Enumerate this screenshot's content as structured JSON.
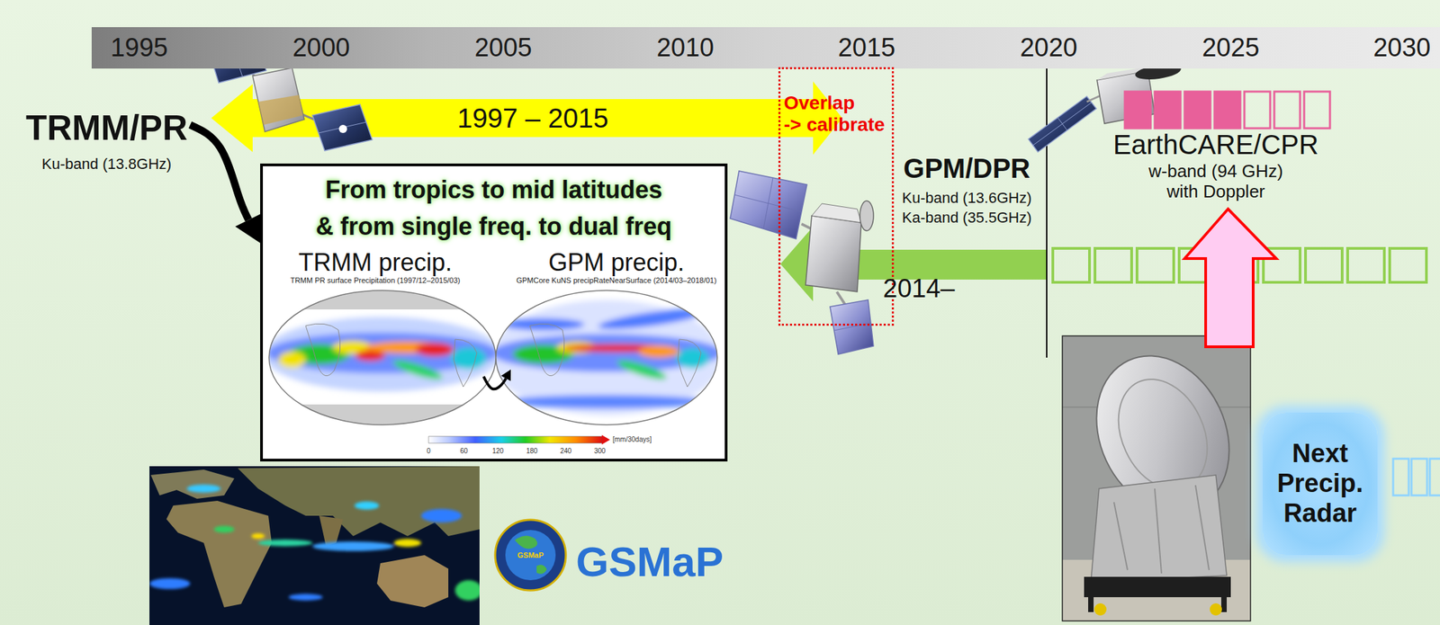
{
  "diagram": {
    "nodes": [
      {
        "text": [
          "1995",
          "2000",
          "2005",
          "2010",
          "2015",
          "2020",
          "2025",
          "2030"
        ]
      },
      {
        "text": [
          "TRMM/PR",
          "Ku-band (13.8GHz)"
        ]
      },
      {
        "text": [
          "1997 – 2015"
        ]
      },
      {
        "text": [
          "Overlap",
          "-> calibrate"
        ]
      },
      {
        "text": [
          "EarthCARE/CPR",
          "w-band (94 GHz) with Doppler"
        ]
      },
      {
        "text": [
          "From tropics to mid latitudes & from single freq. to dual freq"
        ]
      },
      {
        "text": [
          "TRMM precip.",
          "TRMM PR surface Precipitation (1997/12–2015/03)"
        ],
        "in": 5
      },
      {
        "text": [
          "GPM precip.",
          "GPMCore KuNS precipRateNearSurface (2014/03–2018/01)"
        ],
        "in": 5
      },
      {
        "text": [
          "GPM/DPR",
          "Ku-band (13.6GHz)",
          "Ka-band (35.5GHz)"
        ]
      },
      {
        "text": [
          "2014–"
        ]
      },
      {
        "text": [
          "Next Precip. Radar"
        ]
      }
    ],
    "edges": [
      {
        "from": 1,
        "to": 5,
        "arrow": "to"
      },
      {
        "from": 6,
        "to": 7,
        "arrow": "to"
      }
    ],
    "labels": [
      "0",
      "60",
      "120",
      "180",
      "240",
      "300",
      "[mm/30days]",
      "GSMaP",
      "GSMaP"
    ]
  }
}
